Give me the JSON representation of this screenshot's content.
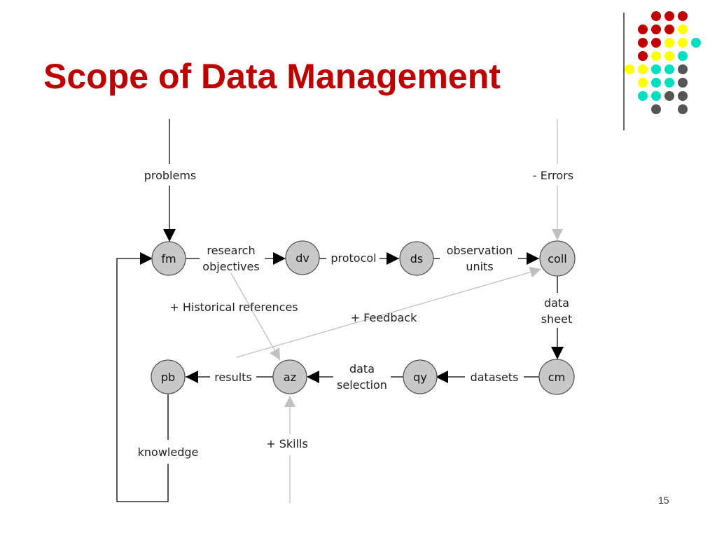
{
  "slide": {
    "title": "Scope of Data Management",
    "page_number": "15"
  },
  "colors": {
    "title": "#c00000",
    "node_fill": "#c8c8c8",
    "node_stroke": "#555555",
    "dark_line": "#000000",
    "light_line": "#c0c0c0",
    "dot_red": "#c00000",
    "dot_yellow": "#ffff00",
    "dot_cyan": "#00e0c0",
    "dot_gray": "#555555"
  },
  "dot_logo": {
    "rows": [
      [
        "red",
        "red",
        "red"
      ],
      [
        "red",
        "red",
        "red",
        "yellow"
      ],
      [
        "red",
        "red",
        "yellow",
        "yellow",
        "cyan"
      ],
      [
        "red",
        "yellow",
        "yellow",
        "cyan"
      ],
      [
        "yellow",
        "yellow",
        "cyan",
        "cyan",
        "gray"
      ],
      [
        "yellow",
        "cyan",
        "cyan",
        "gray"
      ],
      [
        "cyan",
        "cyan",
        "gray",
        "gray"
      ],
      [
        "gray",
        "gray"
      ]
    ]
  },
  "diagram": {
    "nodes": {
      "fm": "fm",
      "dv": "dv",
      "ds": "ds",
      "coll": "coll",
      "cm": "cm",
      "qy": "qy",
      "az": "az",
      "pb": "pb"
    },
    "labels": {
      "problems": "problems",
      "errors": "- Errors",
      "research_objectives": [
        "research",
        "objectives"
      ],
      "protocol": "protocol",
      "observation_units": [
        "observation",
        "units"
      ],
      "data_sheet": [
        "data",
        "sheet"
      ],
      "datasets": "datasets",
      "data_selection": [
        "data",
        "selection"
      ],
      "results": "results",
      "knowledge": "knowledge",
      "historical_references": "+ Historical references",
      "feedback": "+ Feedback",
      "skills": "+ Skills"
    }
  }
}
